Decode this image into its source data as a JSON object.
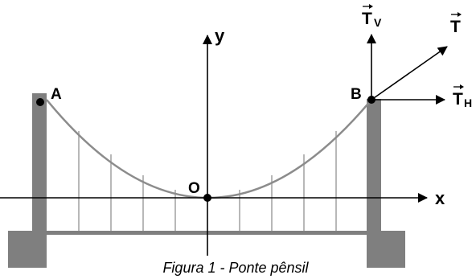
{
  "labels": {
    "point_a": "A",
    "point_b": "B",
    "point_o": "O",
    "axis_x": "x",
    "axis_y": "y",
    "tension_total": "T",
    "tension_vertical_main": "T",
    "tension_vertical_sub": "V",
    "tension_horizontal_main": "T",
    "tension_horizontal_sub": "H"
  },
  "caption": "Figura 1 - Ponte pênsil",
  "colors": {
    "tower": "#7f7f7f",
    "cable": "#8c8c8c",
    "hanger": "#a6a6a6",
    "axis": "#000000",
    "point": "#000000"
  },
  "icons": {
    "vector_arrow": "right-arrow-over-symbol"
  }
}
